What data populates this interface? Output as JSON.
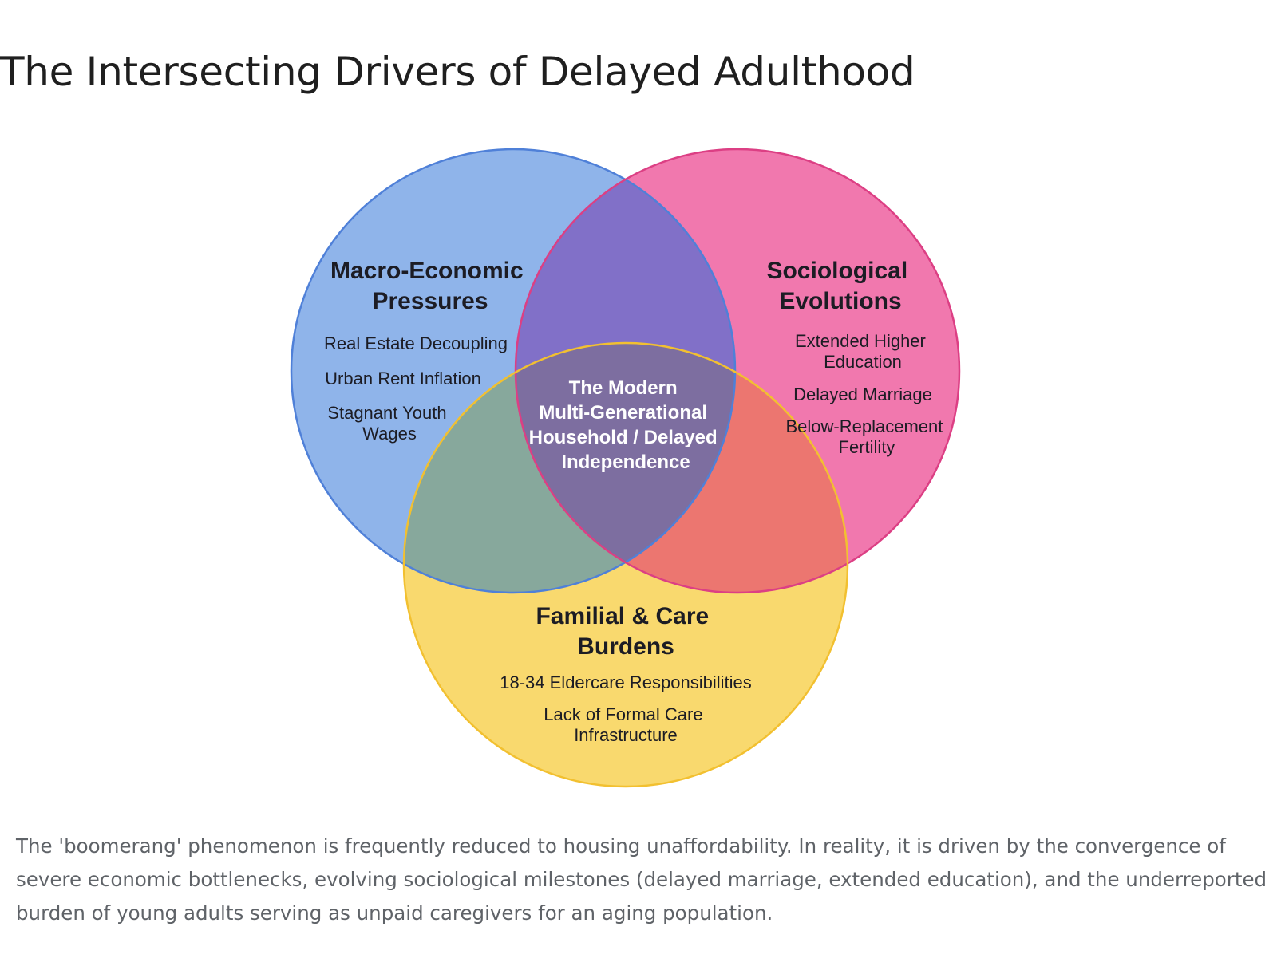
{
  "title": "The Intersecting Drivers of Delayed Adulthood",
  "diagram": {
    "type": "venn",
    "sets": [
      {
        "id": "economic",
        "title_lines": [
          "Macro-Economic",
          "Pressures"
        ],
        "items": [
          [
            "Real Estate Decoupling"
          ],
          [
            "Urban Rent Inflation"
          ],
          [
            "Stagnant Youth",
            "Wages"
          ]
        ],
        "color": "#8fb4ea",
        "stroke": "#4f80d8"
      },
      {
        "id": "sociological",
        "title_lines": [
          "Sociological",
          "Evolutions"
        ],
        "items": [
          [
            "Extended Higher",
            "Education"
          ],
          [
            "Delayed Marriage"
          ],
          [
            "Below-Replacement",
            "Fertility"
          ]
        ],
        "color": "#f178ae",
        "stroke": "#dc3f84"
      },
      {
        "id": "familial",
        "title_lines": [
          "Familial & Care",
          "Burdens"
        ],
        "items": [
          [
            "18-34 Eldercare Responsibilities"
          ],
          [
            "Lack of Formal Care",
            "Infrastructure"
          ]
        ],
        "color": "#f9d96e",
        "stroke": "#f2c030"
      }
    ],
    "intersections": {
      "economic_sociological": "#8170c8",
      "economic_familial": "#87a89c",
      "sociological_familial": "#ec7670",
      "center": {
        "color": "#7d6ea0",
        "label_lines": [
          "The Modern",
          "Multi-Generational",
          "Household / Delayed",
          "Independence"
        ]
      }
    }
  },
  "caption": "The 'boomerang' phenomenon is frequently reduced to housing unaffordability. In reality, it is driven by the convergence of severe economic bottlenecks, evolving sociological milestones (delayed marriage, extended education), and the underreported burden of young adults serving as unpaid caregivers for an aging population."
}
